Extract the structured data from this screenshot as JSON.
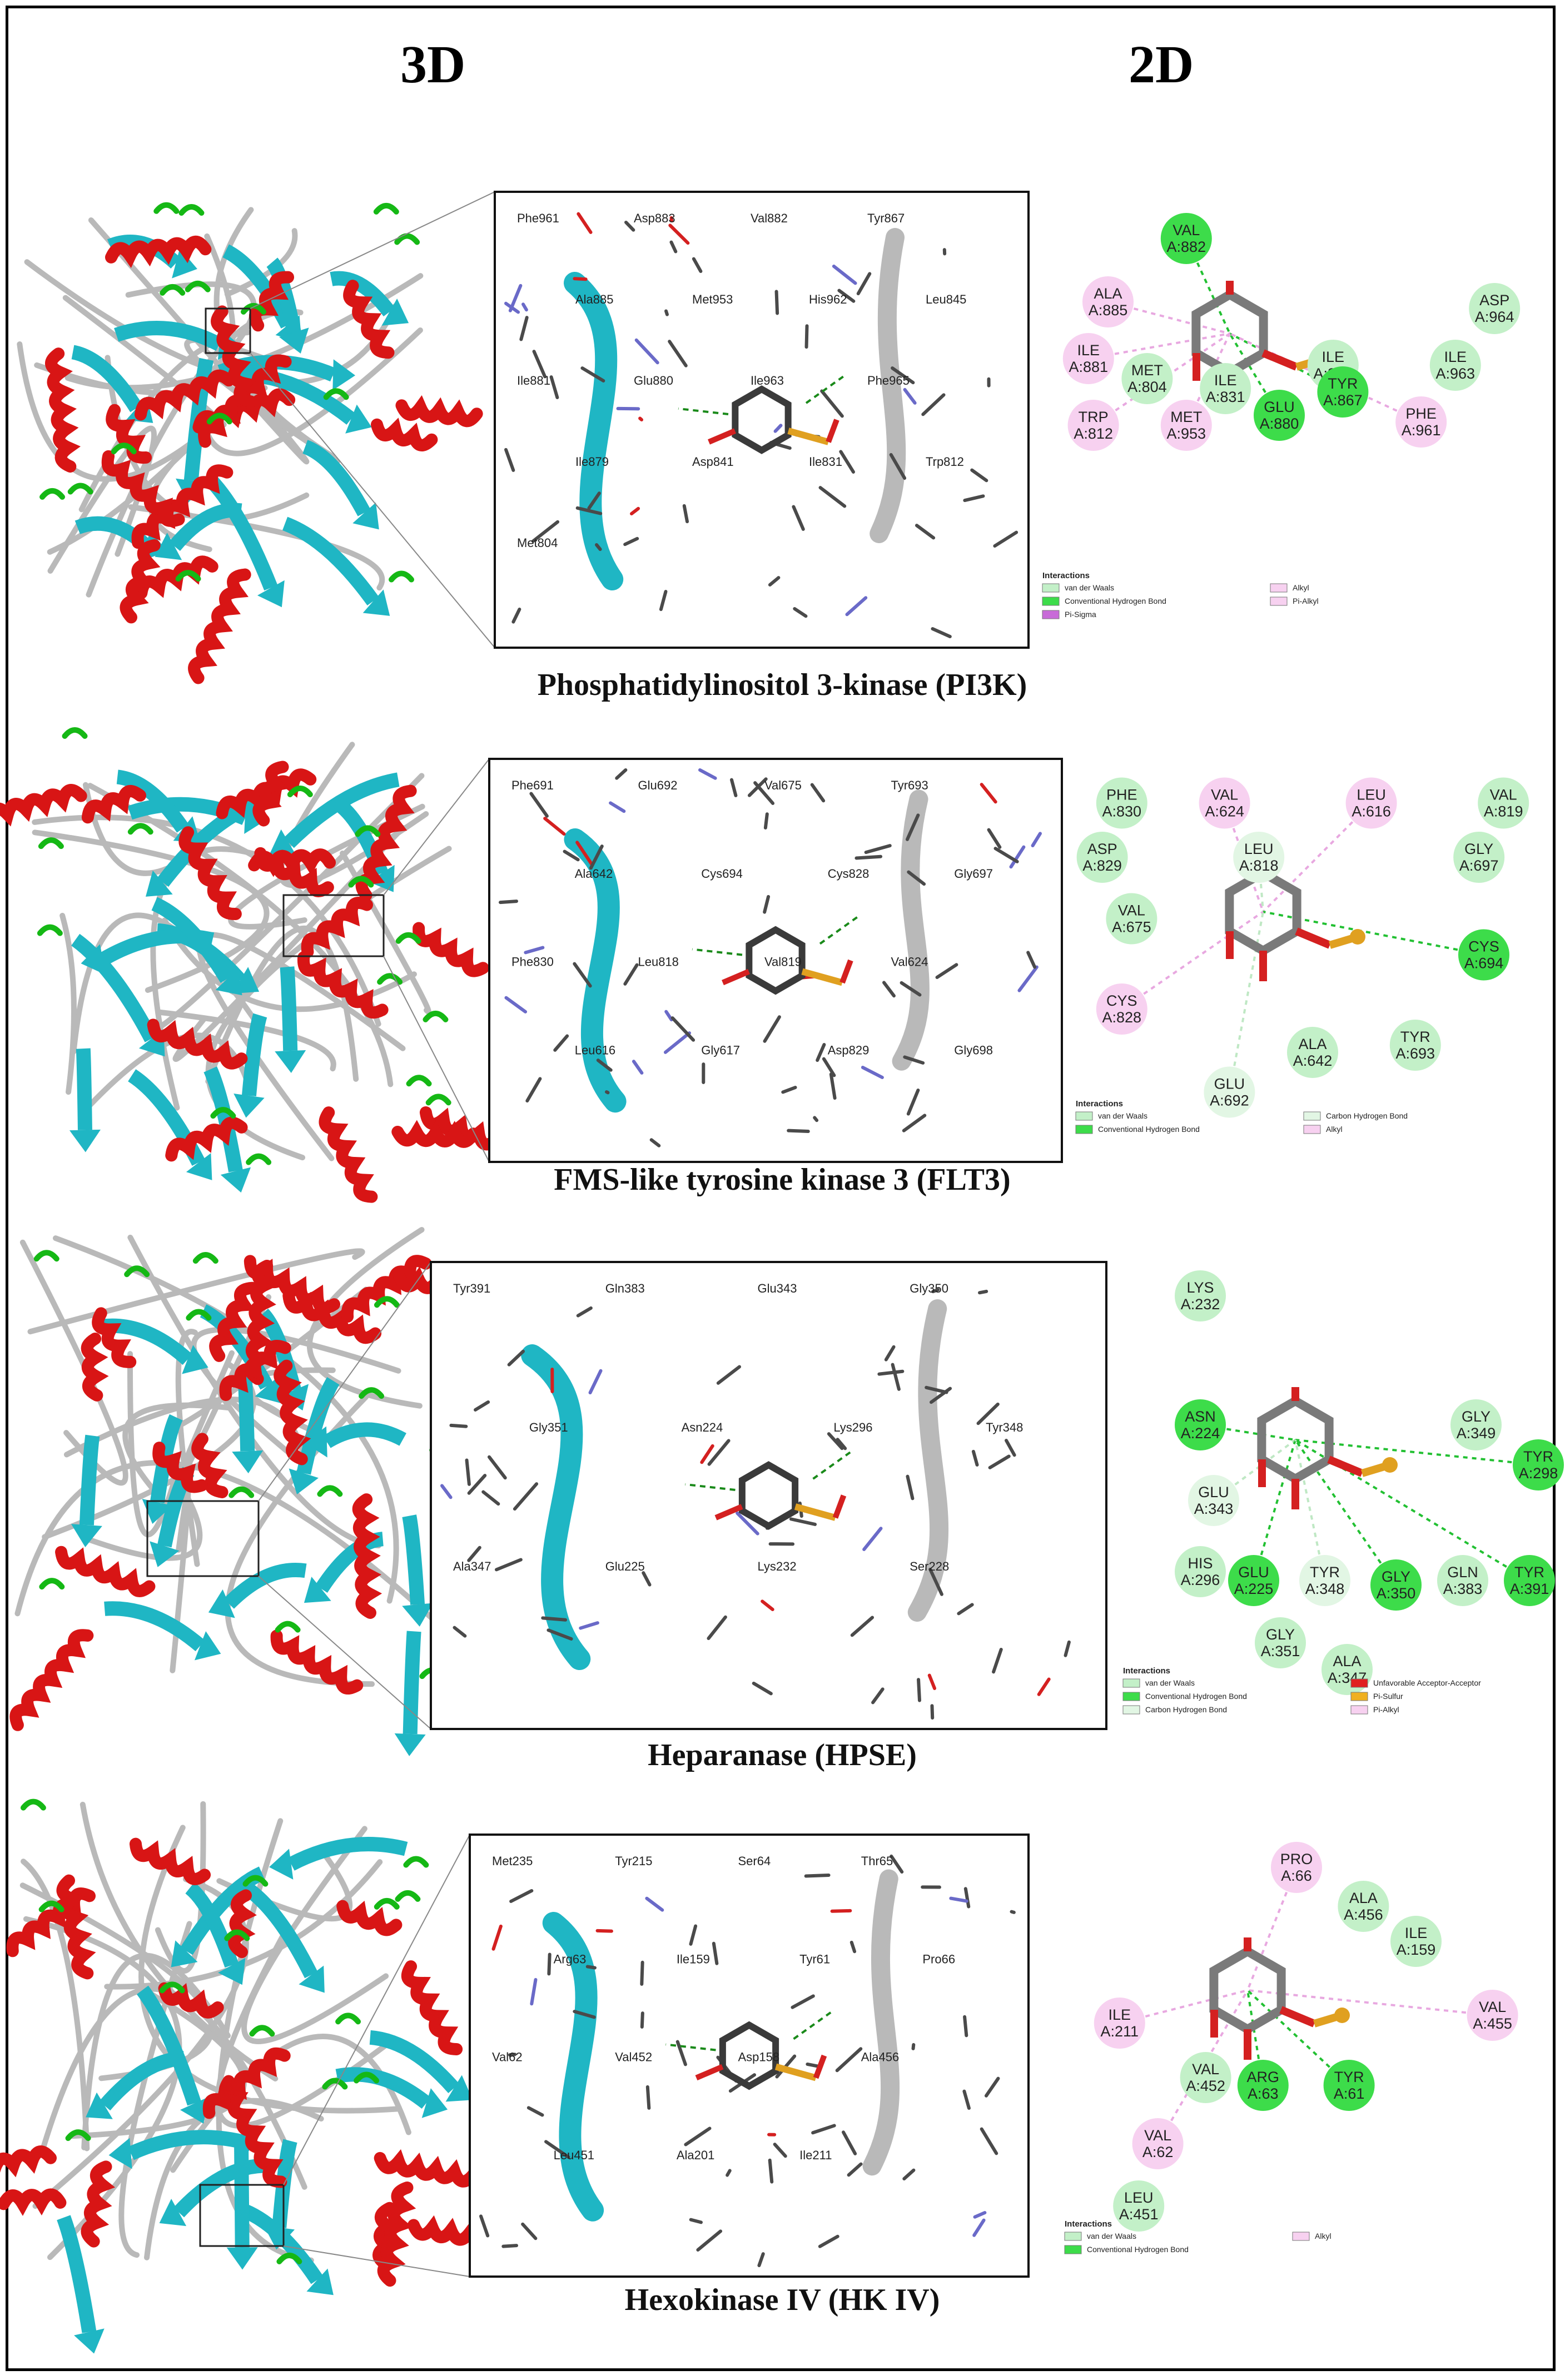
{
  "headers": {
    "left": "3D",
    "right": "2D"
  },
  "colors": {
    "helix": "#d81515",
    "sheet": "#1fb6c4",
    "coil": "#b9b9b9",
    "turn": "#15b815",
    "stick": "#4a4a4a",
    "nitrogen": "#6a6ac8",
    "oxygen": "#d42020",
    "phosphorus": "#e0a020",
    "vdw": "#c3f0c8",
    "conventional_hbond": "#3ddc4a",
    "carbon_hbond": "#e2f6e4",
    "alkyl": "#f7d1f0",
    "pi_sigma": "#c86bd8",
    "pi_sulfur": "#f0b020",
    "unfavorable": "#e02020"
  },
  "panels": [
    {
      "title": "Phosphatidylinositol 3-kinase (PI3K)",
      "zoom_labels": [
        "Phe961",
        "Asp883",
        "Val882",
        "Tyr867",
        "Ala885",
        "Met953",
        "His962",
        "Leu845",
        "Ile881",
        "Glu880",
        "Ile963",
        "Phe965",
        "Ile879",
        "Asp841",
        "Ile831",
        "Trp812",
        "Met804"
      ],
      "legend": {
        "title": "Interactions",
        "items": [
          {
            "label": "van der Waals",
            "type": "vdw"
          },
          {
            "label": "Alkyl",
            "type": "alkyl"
          },
          {
            "label": "Conventional Hydrogen Bond",
            "type": "conventional_hbond"
          },
          {
            "label": "Pi-Alkyl",
            "type": "alkyl"
          },
          {
            "label": "Pi-Sigma",
            "type": "pi_sigma"
          }
        ]
      },
      "residues": [
        {
          "name": "VAL",
          "num": "A:882",
          "type": "conventional_hbond"
        },
        {
          "name": "ALA",
          "num": "A:885",
          "type": "alkyl"
        },
        {
          "name": "ASP",
          "num": "A:964",
          "type": "vdw"
        },
        {
          "name": "ILE",
          "num": "A:881",
          "type": "alkyl"
        },
        {
          "name": "MET",
          "num": "A:804",
          "type": "vdw"
        },
        {
          "name": "ILE",
          "num": "A:879",
          "type": "vdw"
        },
        {
          "name": "ILE",
          "num": "A:963",
          "type": "vdw"
        },
        {
          "name": "TYR",
          "num": "A:867",
          "type": "conventional_hbond"
        },
        {
          "name": "ILE",
          "num": "A:831",
          "type": "vdw"
        },
        {
          "name": "TRP",
          "num": "A:812",
          "type": "alkyl"
        },
        {
          "name": "MET",
          "num": "A:953",
          "type": "alkyl"
        },
        {
          "name": "GLU",
          "num": "A:880",
          "type": "conventional_hbond"
        },
        {
          "name": "PHE",
          "num": "A:961",
          "type": "alkyl"
        }
      ]
    },
    {
      "title": "FMS-like tyrosine kinase 3 (FLT3)",
      "zoom_labels": [
        "Phe691",
        "Glu692",
        "Val675",
        "Tyr693",
        "Ala642",
        "Cys694",
        "Cys828",
        "Gly697",
        "Phe830",
        "Leu818",
        "Val819",
        "Val624",
        "Leu616",
        "Gly617",
        "Asp829",
        "Gly698"
      ],
      "legend": {
        "title": "Interactions",
        "items": [
          {
            "label": "van der Waals",
            "type": "vdw"
          },
          {
            "label": "Carbon Hydrogen Bond",
            "type": "carbon_hbond"
          },
          {
            "label": "Conventional Hydrogen Bond",
            "type": "conventional_hbond"
          },
          {
            "label": "Alkyl",
            "type": "alkyl"
          }
        ]
      },
      "residues": [
        {
          "name": "PHE",
          "num": "A:830",
          "type": "vdw"
        },
        {
          "name": "VAL",
          "num": "A:624",
          "type": "alkyl"
        },
        {
          "name": "LEU",
          "num": "A:616",
          "type": "alkyl"
        },
        {
          "name": "VAL",
          "num": "A:819",
          "type": "vdw"
        },
        {
          "name": "ASP",
          "num": "A:829",
          "type": "vdw"
        },
        {
          "name": "LEU",
          "num": "A:818",
          "type": "carbon_hbond"
        },
        {
          "name": "GLY",
          "num": "A:697",
          "type": "vdw"
        },
        {
          "name": "VAL",
          "num": "A:675",
          "type": "vdw"
        },
        {
          "name": "CYS",
          "num": "A:694",
          "type": "conventional_hbond"
        },
        {
          "name": "CYS",
          "num": "A:828",
          "type": "alkyl"
        },
        {
          "name": "TYR",
          "num": "A:693",
          "type": "vdw"
        },
        {
          "name": "ALA",
          "num": "A:642",
          "type": "vdw"
        },
        {
          "name": "GLU",
          "num": "A:692",
          "type": "carbon_hbond"
        }
      ]
    },
    {
      "title": "Heparanase (HPSE)",
      "zoom_labels": [
        "Tyr391",
        "Gln383",
        "Glu343",
        "Gly350",
        "Gly351",
        "Asn224",
        "Lys296",
        "Tyr348",
        "Ala347",
        "Glu225",
        "Lys232",
        "Ser228"
      ],
      "legend": {
        "title": "Interactions",
        "items": [
          {
            "label": "van der Waals",
            "type": "vdw"
          },
          {
            "label": "Unfavorable Acceptor-Acceptor",
            "type": "unfavorable"
          },
          {
            "label": "Conventional Hydrogen Bond",
            "type": "conventional_hbond"
          },
          {
            "label": "Pi-Sulfur",
            "type": "pi_sulfur"
          },
          {
            "label": "Carbon Hydrogen Bond",
            "type": "carbon_hbond"
          },
          {
            "label": "Pi-Alkyl",
            "type": "alkyl"
          }
        ]
      },
      "residues": [
        {
          "name": "LYS",
          "num": "A:232",
          "type": "vdw"
        },
        {
          "name": "ASN",
          "num": "A:224",
          "type": "conventional_hbond"
        },
        {
          "name": "GLY",
          "num": "A:349",
          "type": "vdw"
        },
        {
          "name": "GLU",
          "num": "A:343",
          "type": "carbon_hbond"
        },
        {
          "name": "TYR",
          "num": "A:298",
          "type": "conventional_hbond"
        },
        {
          "name": "HIS",
          "num": "A:296",
          "type": "vdw"
        },
        {
          "name": "GLU",
          "num": "A:225",
          "type": "conventional_hbond"
        },
        {
          "name": "TYR",
          "num": "A:348",
          "type": "carbon_hbond"
        },
        {
          "name": "GLY",
          "num": "A:350",
          "type": "conventional_hbond"
        },
        {
          "name": "GLN",
          "num": "A:383",
          "type": "vdw"
        },
        {
          "name": "TYR",
          "num": "A:391",
          "type": "conventional_hbond"
        },
        {
          "name": "GLY",
          "num": "A:351",
          "type": "vdw"
        },
        {
          "name": "ALA",
          "num": "A:347",
          "type": "vdw"
        }
      ]
    },
    {
      "title": "Hexokinase IV (HK IV)",
      "zoom_labels": [
        "Met235",
        "Tyr215",
        "Ser64",
        "Thr65",
        "Arg63",
        "Ile159",
        "Tyr61",
        "Pro66",
        "Val62",
        "Val452",
        "Asp158",
        "Ala456",
        "Leu451",
        "Ala201",
        "Ile211"
      ],
      "legend": {
        "title": "Interactions",
        "items": [
          {
            "label": "van der Waals",
            "type": "vdw"
          },
          {
            "label": "Alkyl",
            "type": "alkyl"
          },
          {
            "label": "Conventional Hydrogen Bond",
            "type": "conventional_hbond"
          }
        ]
      },
      "residues": [
        {
          "name": "PRO",
          "num": "A:66",
          "type": "alkyl"
        },
        {
          "name": "ALA",
          "num": "A:456",
          "type": "vdw"
        },
        {
          "name": "ILE",
          "num": "A:159",
          "type": "vdw"
        },
        {
          "name": "ILE",
          "num": "A:211",
          "type": "alkyl"
        },
        {
          "name": "VAL",
          "num": "A:455",
          "type": "alkyl"
        },
        {
          "name": "VAL",
          "num": "A:452",
          "type": "vdw"
        },
        {
          "name": "ARG",
          "num": "A:63",
          "type": "conventional_hbond"
        },
        {
          "name": "TYR",
          "num": "A:61",
          "type": "conventional_hbond"
        },
        {
          "name": "VAL",
          "num": "A:62",
          "type": "alkyl"
        },
        {
          "name": "LEU",
          "num": "A:451",
          "type": "vdw"
        }
      ]
    }
  ]
}
